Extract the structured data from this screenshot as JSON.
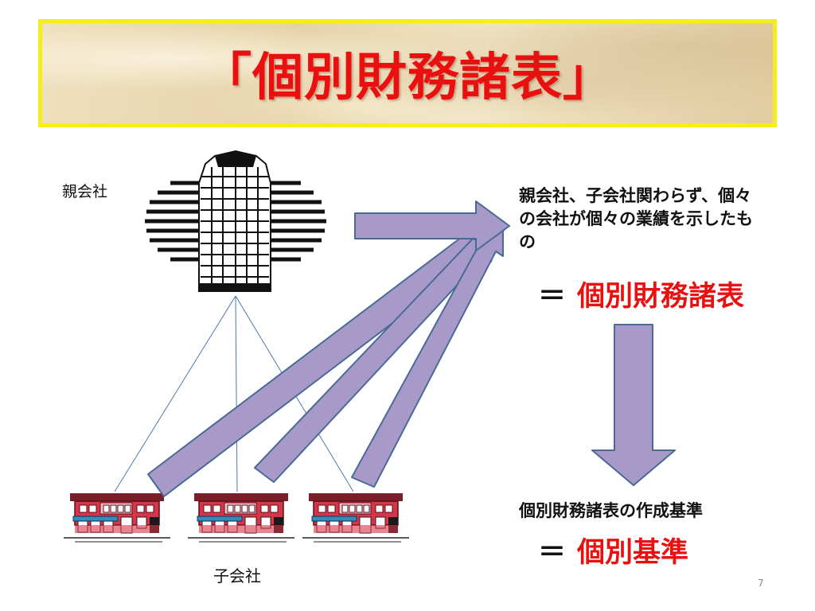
{
  "slide": {
    "title": "「個別財務諸表」",
    "parent_label": "親会社",
    "child_label": "子会社",
    "description": "親会社、子会社関わらず、個々の会社が個々の業績を示したもの",
    "equals_sign": "＝",
    "result_term": "個別財務諸表",
    "standard_label": "個別財務諸表の作成基準",
    "standard_term": "個別基準",
    "page_number": "7"
  },
  "icons": {
    "parent": "office-tower-icon",
    "children": [
      "shop-building-icon",
      "shop-building-icon",
      "shop-building-icon"
    ]
  },
  "colors": {
    "title_text": "#ea1010",
    "title_border": "#f5ee18",
    "arrow_fill": "#a89ac8",
    "arrow_stroke": "#4a6a96",
    "connector_line": "#4a78b4",
    "accent_text": "#ea1010"
  }
}
